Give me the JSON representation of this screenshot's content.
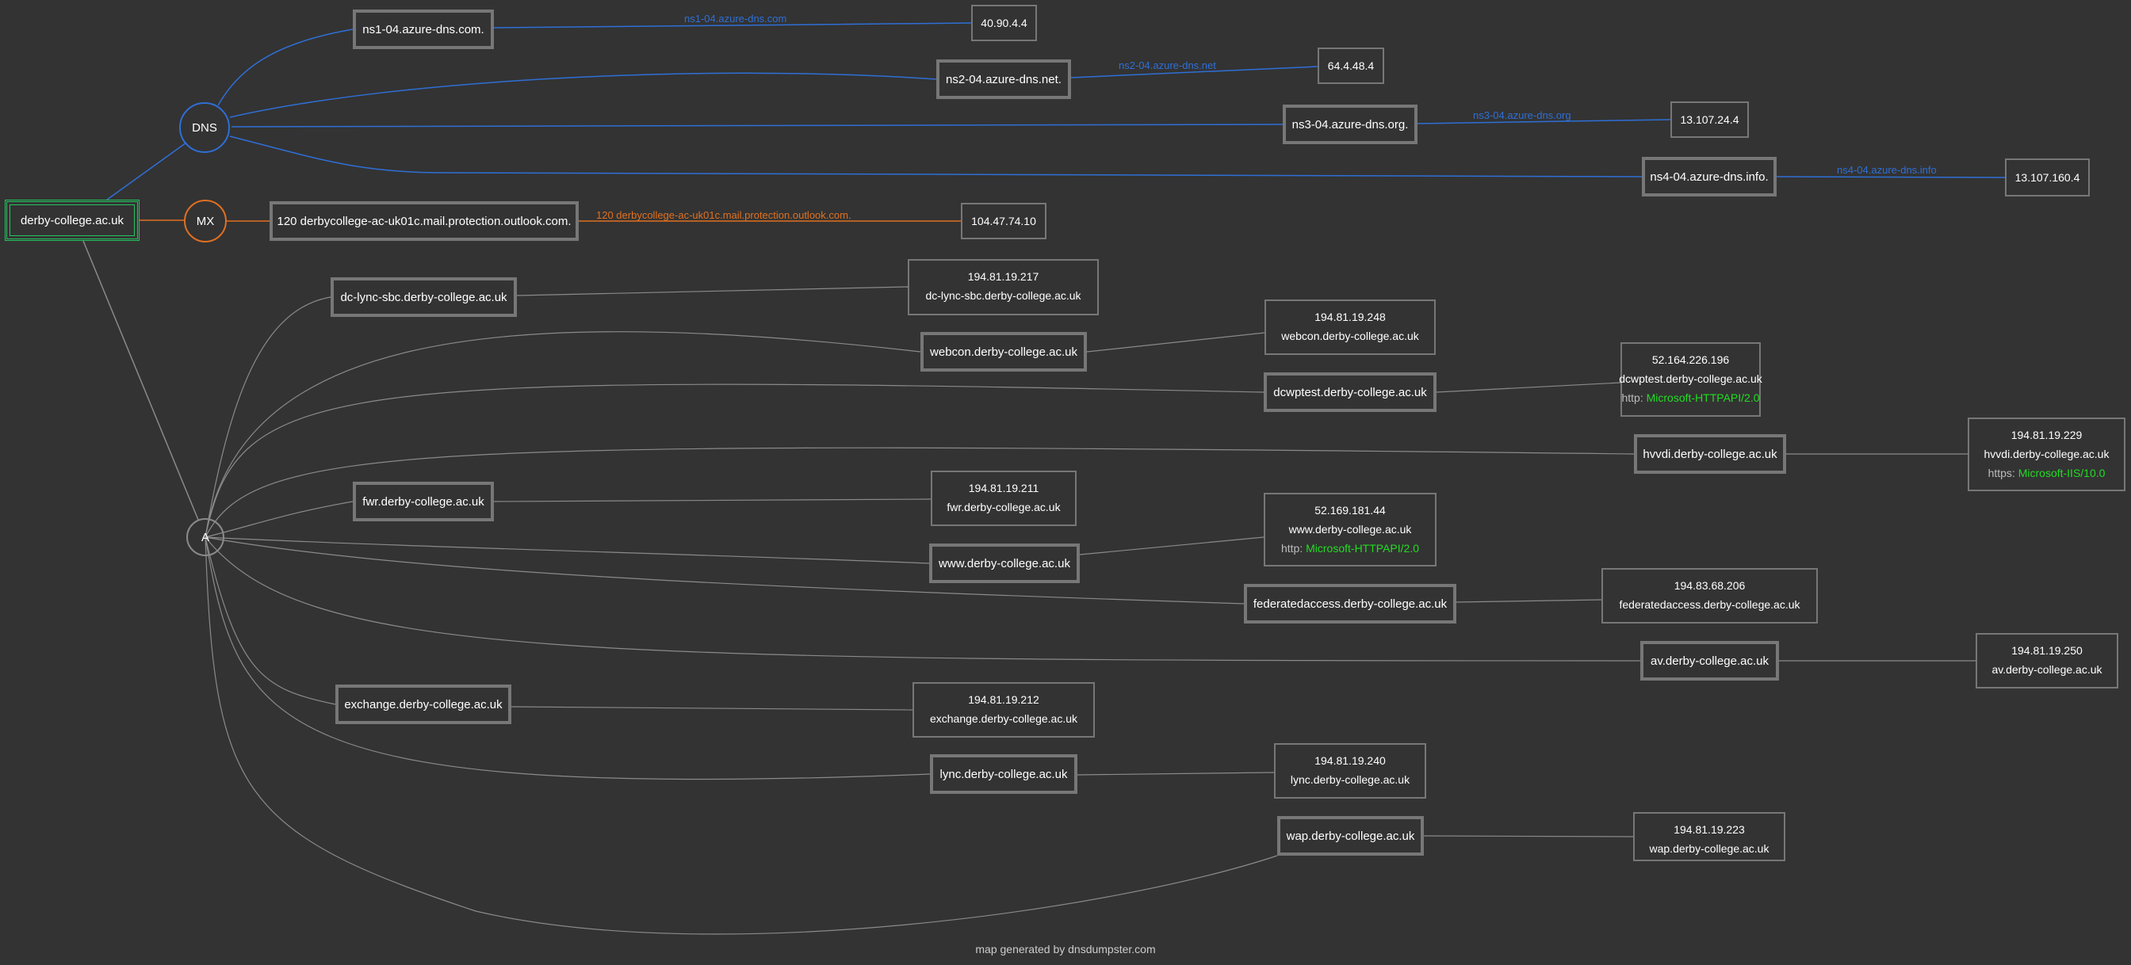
{
  "root": {
    "label": "derby-college.ac.uk"
  },
  "groups": {
    "dns": "DNS",
    "mx": "MX",
    "a": "A"
  },
  "colors": {
    "dns": "#2f6fd6",
    "mx": "#e07020",
    "a": "#8a8a8a",
    "root": "#22c55e",
    "server": "#22dd22"
  },
  "dns_records": [
    {
      "host": "ns1-04.azure-dns.com.",
      "edge_label": "ns1-04.azure-dns.com",
      "ip": "40.90.4.4"
    },
    {
      "host": "ns2-04.azure-dns.net.",
      "edge_label": "ns2-04.azure-dns.net",
      "ip": "64.4.48.4"
    },
    {
      "host": "ns3-04.azure-dns.org.",
      "edge_label": "ns3-04.azure-dns.org",
      "ip": "13.107.24.4"
    },
    {
      "host": "ns4-04.azure-dns.info.",
      "edge_label": "ns4-04.azure-dns.info",
      "ip": "13.107.160.4"
    }
  ],
  "mx_records": [
    {
      "host": "120 derbycollege-ac-uk01c.mail.protection.outlook.com.",
      "edge_label": "120 derbycollege-ac-uk01c.mail.protection.outlook.com.",
      "ip": "104.47.74.10"
    }
  ],
  "a_records": [
    {
      "host": "dc-lync-sbc.derby-college.ac.uk",
      "ip": "194.81.19.217",
      "name": "dc-lync-sbc.derby-college.ac.uk"
    },
    {
      "host": "webcon.derby-college.ac.uk",
      "ip": "194.81.19.248",
      "name": "webcon.derby-college.ac.uk"
    },
    {
      "host": "dcwptest.derby-college.ac.uk",
      "ip": "52.164.226.196",
      "name": "dcwptest.derby-college.ac.uk",
      "service": "http:",
      "server": "Microsoft-HTTPAPI/2.0"
    },
    {
      "host": "hvvdi.derby-college.ac.uk",
      "ip": "194.81.19.229",
      "name": "hvvdi.derby-college.ac.uk",
      "service": "https:",
      "server": "Microsoft-IIS/10.0"
    },
    {
      "host": "fwr.derby-college.ac.uk",
      "ip": "194.81.19.211",
      "name": "fwr.derby-college.ac.uk"
    },
    {
      "host": "www.derby-college.ac.uk",
      "ip": "52.169.181.44",
      "name": "www.derby-college.ac.uk",
      "service": "http:",
      "server": "Microsoft-HTTPAPI/2.0"
    },
    {
      "host": "federatedaccess.derby-college.ac.uk",
      "ip": "194.83.68.206",
      "name": "federatedaccess.derby-college.ac.uk"
    },
    {
      "host": "av.derby-college.ac.uk",
      "ip": "194.81.19.250",
      "name": "av.derby-college.ac.uk"
    },
    {
      "host": "exchange.derby-college.ac.uk",
      "ip": "194.81.19.212",
      "name": "exchange.derby-college.ac.uk"
    },
    {
      "host": "lync.derby-college.ac.uk",
      "ip": "194.81.19.240",
      "name": "lync.derby-college.ac.uk"
    },
    {
      "host": "wap.derby-college.ac.uk",
      "ip": "194.81.19.223",
      "name": "wap.derby-college.ac.uk"
    }
  ],
  "footer": "map generated by dnsdumpster.com"
}
